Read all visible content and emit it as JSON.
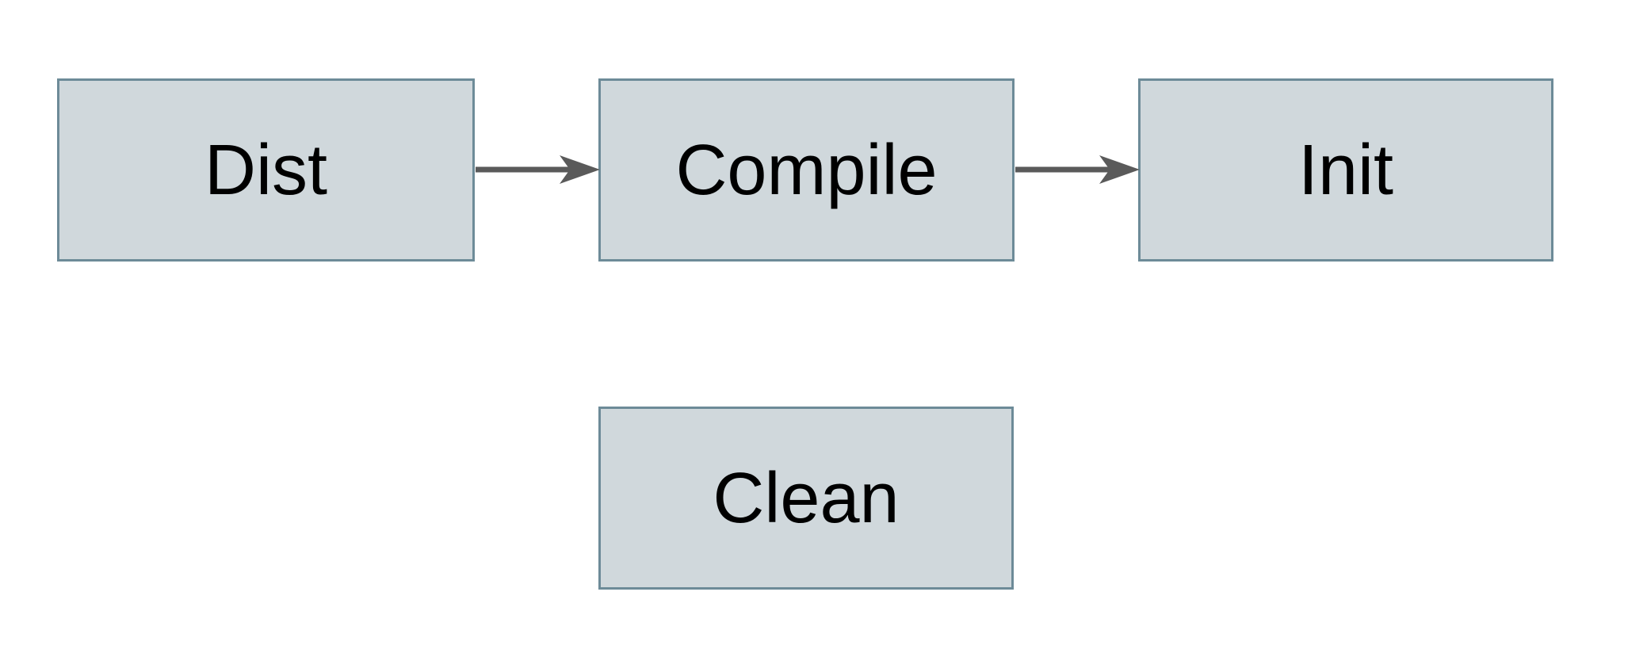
{
  "diagram": {
    "background": "#ffffff",
    "colors": {
      "node_fill": "#d0d8dc",
      "node_border": "#6d8b98",
      "arrow": "#5a5a5a",
      "text": "#000000"
    },
    "nodes": {
      "dist": {
        "label": "Dist"
      },
      "compile": {
        "label": "Compile"
      },
      "init": {
        "label": "Init"
      },
      "clean": {
        "label": "Clean"
      }
    },
    "edges": [
      {
        "from": "Dist",
        "to": "Compile",
        "direction": "right"
      },
      {
        "from": "Compile",
        "to": "Init",
        "direction": "right"
      }
    ]
  }
}
